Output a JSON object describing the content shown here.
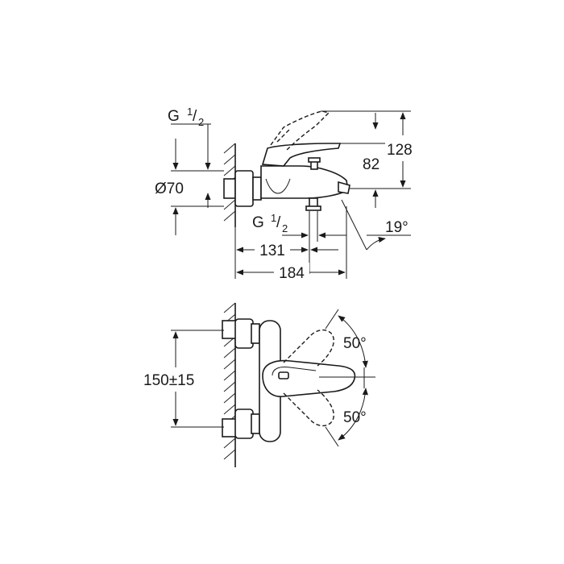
{
  "top_view": {
    "thread_top": "G",
    "thread_top_sup": "1",
    "thread_top_sub": "2",
    "diameter": "Ø70",
    "thread_bottom": "G",
    "thread_bottom_sup": "1",
    "thread_bottom_sub": "2",
    "dim_131": "131",
    "dim_184": "184",
    "dim_82": "82",
    "dim_128": "128",
    "angle_19": "19°"
  },
  "front_view": {
    "center_distance": "150±15",
    "angle_upper": "50°",
    "angle_lower": "50°"
  }
}
